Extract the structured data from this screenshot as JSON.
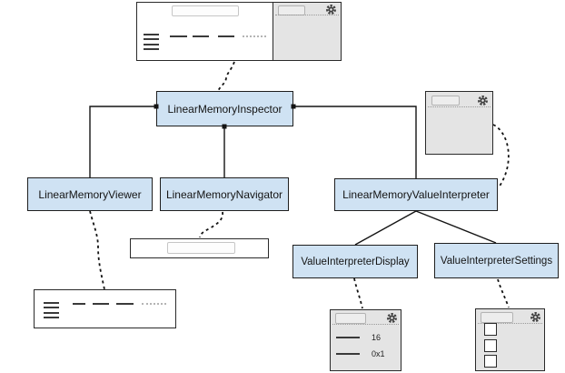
{
  "nodes": {
    "inspector": {
      "label": "LinearMemoryInspector"
    },
    "viewer": {
      "label": "LinearMemoryViewer"
    },
    "navigator": {
      "label": "LinearMemoryNavigator"
    },
    "interpreter": {
      "label": "LinearMemoryValueInterpreter"
    },
    "display": {
      "label": "ValueInterpreterDisplay"
    },
    "settings": {
      "label": "ValueInterpreterSettings"
    }
  },
  "mockups": {
    "display_preview": {
      "rows": [
        {
          "value": "16"
        },
        {
          "value": "0x1"
        }
      ]
    },
    "settings_preview": {
      "checkbox_count": 3
    }
  },
  "icons": {
    "gear": "⚙"
  },
  "colors": {
    "node_fill": "#cfe2f3",
    "node_border": "#1f1f1f",
    "mock_border": "#2a2a2a",
    "panel_gray": "#e4e4e4",
    "connector": "#141414"
  }
}
